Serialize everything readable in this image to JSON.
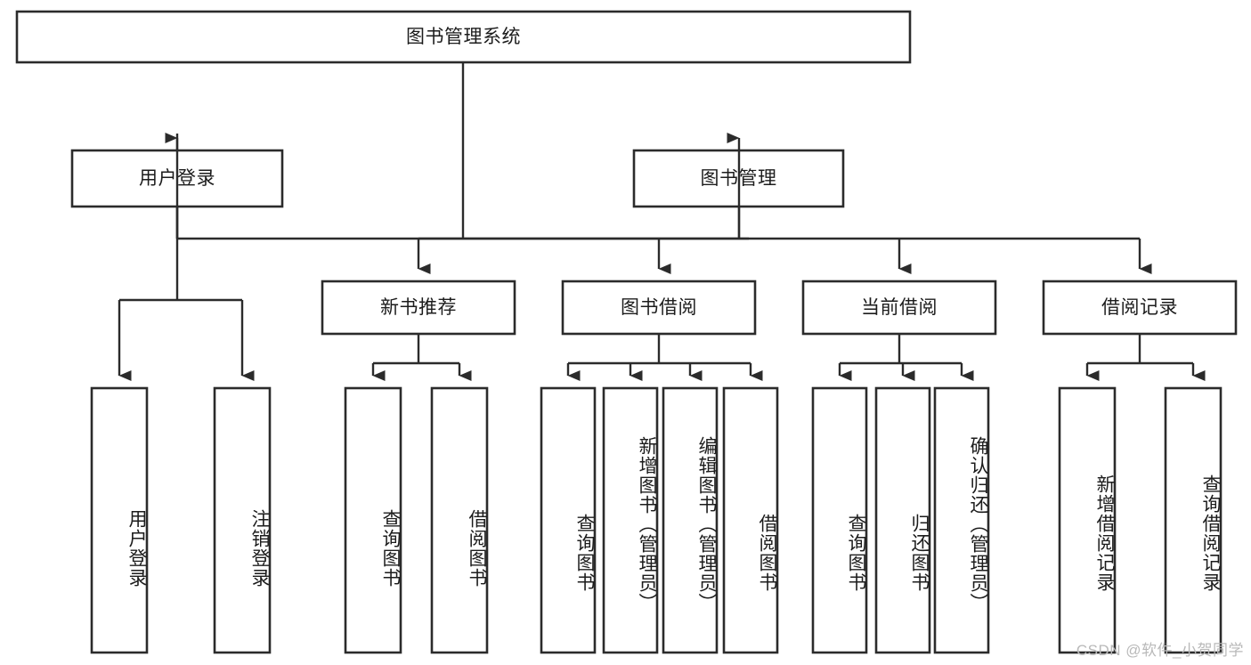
{
  "diagram": {
    "type": "tree-hierarchy",
    "title": "图书管理系统",
    "orientation": "top-down",
    "colors": {
      "box_stroke": "#2b2b2b",
      "box_fill": "#ffffff",
      "connector": "#2b2b2b",
      "text": "#1c1c1c",
      "background": "#ffffff",
      "watermark": "#b9b9b9"
    },
    "levels": {
      "root": {
        "label": "图书管理系统"
      },
      "level2": [
        {
          "label": "用户登录"
        },
        {
          "label": "图书管理"
        }
      ],
      "level3": [
        {
          "label": "新书推荐"
        },
        {
          "label": "图书借阅"
        },
        {
          "label": "当前借阅"
        },
        {
          "label": "借阅记录"
        }
      ],
      "leaves": {
        "user_login": [
          {
            "label": "用户登录"
          },
          {
            "label": "注销登录"
          }
        ],
        "new_book_recommend": [
          {
            "label": "查询图书"
          },
          {
            "label": "借阅图书"
          }
        ],
        "book_borrow": [
          {
            "label": "查询图书"
          },
          {
            "label": "新增图书（管理员）"
          },
          {
            "label": "编辑图书（管理员）"
          },
          {
            "label": "借阅图书"
          }
        ],
        "current_borrow": [
          {
            "label": "查询图书"
          },
          {
            "label": "归还图书"
          },
          {
            "label": "确认归还（管理员）"
          }
        ],
        "borrow_record": [
          {
            "label": "新增借阅记录"
          },
          {
            "label": "查询借阅记录"
          }
        ]
      }
    }
  },
  "watermark": {
    "text": "CSDN @软件_小贺同学"
  }
}
